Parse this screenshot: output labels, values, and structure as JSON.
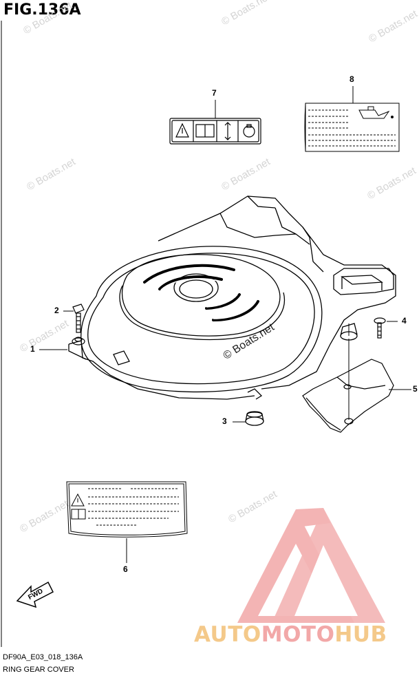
{
  "figure": {
    "title": "FIG.136A",
    "code": "DF90A_E03_018_136A",
    "subtitle": "RING GEAR COVER"
  },
  "callouts": [
    "1",
    "2",
    "3",
    "4",
    "5",
    "6",
    "7",
    "8"
  ],
  "watermark": {
    "text": "© Boats.net"
  },
  "brand": {
    "part1": "AUTO",
    "part2": "MOTO",
    "part3": "HUB",
    "color_yellow": "#f4c98a",
    "color_red": "#f2a8a8"
  },
  "label_fwd": "FWD"
}
